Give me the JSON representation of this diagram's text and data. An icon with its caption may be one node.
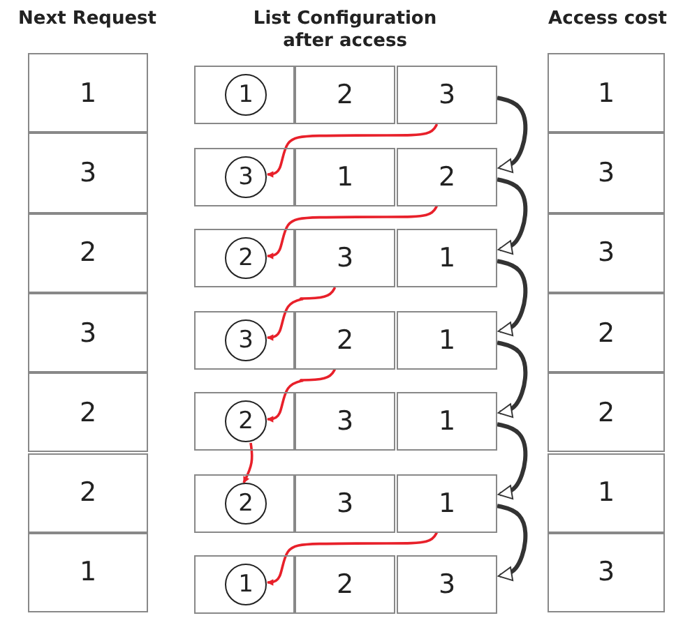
{
  "diagram": {
    "nodes": [
      {
        "text": [
          "1"
        ]
      },
      {
        "text": [],
        "shape": "box"
      },
      {
        "text": [
          "1"
        ],
        "in": 1
      },
      {
        "text": [
          "2"
        ]
      },
      {
        "text": [
          "3"
        ]
      },
      {
        "text": [
          "1"
        ]
      },
      {
        "text": [
          "3"
        ]
      },
      {
        "text": [],
        "shape": "box"
      },
      {
        "text": [
          "3"
        ],
        "in": 7
      },
      {
        "text": [
          "1"
        ]
      },
      {
        "text": [
          "2"
        ]
      },
      {
        "text": [
          "3"
        ]
      },
      {
        "text": [
          "2"
        ]
      },
      {
        "text": [],
        "shape": "box"
      },
      {
        "text": [
          "2"
        ],
        "in": 13
      },
      {
        "text": [
          "3"
        ]
      },
      {
        "text": [
          "1"
        ]
      },
      {
        "text": [
          "3"
        ]
      },
      {
        "text": [
          "3"
        ]
      },
      {
        "text": [],
        "shape": "box"
      },
      {
        "text": [
          "3"
        ],
        "in": 19
      },
      {
        "text": [
          "2"
        ]
      },
      {
        "text": [
          "1"
        ]
      },
      {
        "text": [
          "2"
        ]
      },
      {
        "text": [
          "2"
        ]
      },
      {
        "text": [],
        "shape": "box"
      },
      {
        "text": [
          "2"
        ],
        "in": 25
      },
      {
        "text": [
          "3"
        ]
      },
      {
        "text": [
          "1"
        ]
      },
      {
        "text": [
          "2"
        ]
      },
      {
        "text": [
          "2"
        ]
      },
      {
        "text": [],
        "shape": "box"
      },
      {
        "text": [
          "2"
        ],
        "in": 31
      },
      {
        "text": [
          "3"
        ]
      },
      {
        "text": [
          "1"
        ]
      },
      {
        "text": [
          "1"
        ]
      },
      {
        "text": [
          "1"
        ]
      },
      {
        "text": [],
        "shape": "box"
      },
      {
        "text": [
          "1"
        ],
        "in": 37
      },
      {
        "text": [
          "2"
        ]
      },
      {
        "text": [
          "3"
        ]
      },
      {
        "text": [
          "3"
        ]
      }
    ],
    "edges": [
      {
        "from": 4,
        "to": 8,
        "arrow": "to",
        "color": "#e8202a"
      },
      {
        "from": 10,
        "to": 14,
        "arrow": "to",
        "color": "#e8202a"
      },
      {
        "from": 15,
        "to": 20,
        "arrow": "to",
        "color": "#e8202a"
      },
      {
        "from": 21,
        "to": 26,
        "arrow": "to",
        "color": "#e8202a"
      },
      {
        "from": 26,
        "to": 32,
        "arrow": "to",
        "color": "#e8202a"
      },
      {
        "from": 34,
        "to": 38,
        "arrow": "to",
        "color": "#e8202a"
      },
      {
        "from": 4,
        "to": 10,
        "arrow": "to",
        "color": "#333333"
      },
      {
        "from": 10,
        "to": 16,
        "arrow": "to",
        "color": "#333333"
      },
      {
        "from": 16,
        "to": 22,
        "arrow": "to",
        "color": "#333333"
      },
      {
        "from": 22,
        "to": 28,
        "arrow": "to",
        "color": "#333333"
      },
      {
        "from": 28,
        "to": 34,
        "arrow": "to",
        "color": "#333333"
      },
      {
        "from": 34,
        "to": 40,
        "arrow": "to",
        "color": "#333333"
      }
    ],
    "labels": [
      "Next Request",
      "List Configuration after access",
      "Access cost"
    ]
  }
}
